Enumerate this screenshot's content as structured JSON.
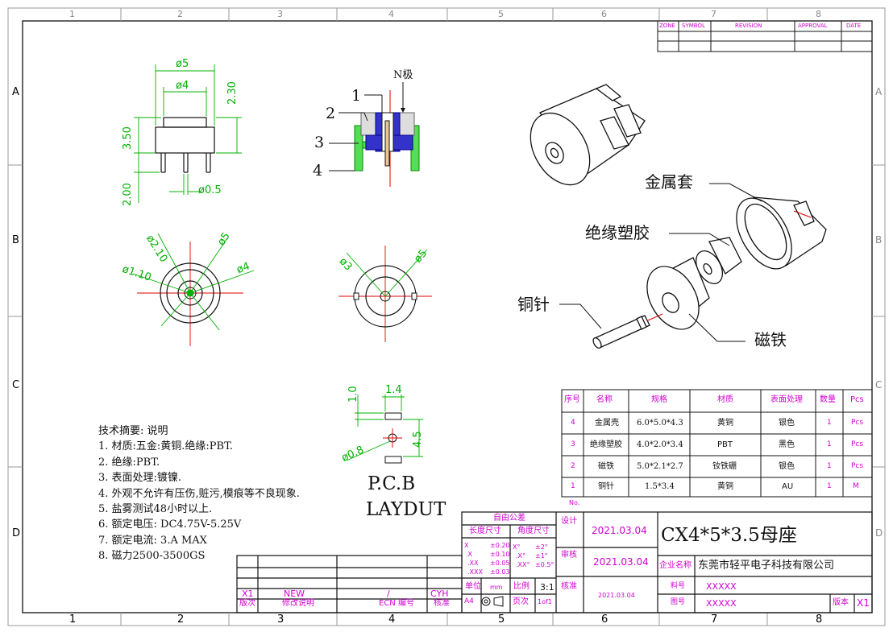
{
  "border": {
    "top_numbers": [
      "1",
      "2",
      "3",
      "4",
      "5",
      "6",
      "7",
      "8"
    ],
    "bottom_numbers": [
      "1",
      "2",
      "3",
      "4",
      "5",
      "6",
      "7",
      "8"
    ],
    "left_letters": [
      "A",
      "B",
      "C",
      "D"
    ],
    "right_letters": [
      "A",
      "B",
      "C",
      "D"
    ]
  },
  "revision_header": [
    "ZONE",
    "SYMBOL",
    "REVISION",
    "APPROVAL",
    "DATE"
  ],
  "dimensions": {
    "d5": "ø5",
    "d4": "ø4",
    "h230": "2.30",
    "h350": "3.50",
    "h200": "2.00",
    "d05": "ø0.5",
    "d210": "ø2.10",
    "d5b": "ø5",
    "d110": "ø1.10",
    "d4b": "ø4",
    "d3": "ø3",
    "d5c": "ø5",
    "p10": "1.0",
    "p14": "1.4",
    "p45": "4.5",
    "p08": "ø0.8"
  },
  "section_callouts": {
    "n_pole": "N极",
    "c1": "1",
    "c2": "2",
    "c3": "3",
    "c4": "4"
  },
  "exploded_labels": {
    "sleeve": "金属套",
    "plastic": "绝缘塑胶",
    "pin": "铜针",
    "magnet": "磁铁"
  },
  "pcb_label": {
    "line1": "P.C.B",
    "line2": "LAYDUT"
  },
  "tech_notes": {
    "title": "技术摘要: 说明",
    "items": [
      "1. 材质:五金:黄铜.绝缘:PBT.",
      "2. 绝缘:PBT.",
      "3. 表面处理:镀镍.",
      "4. 外观不允许有压伤,赃污,模痕等不良现象.",
      "5. 盐雾测试48小时以上.",
      "6. 额定电压: DC4.75V-5.25V",
      "7. 额定电流: 3.A MAX",
      "8. 磁力2500-3500GS"
    ]
  },
  "bom": {
    "headers": [
      "序号",
      "名称",
      "规格",
      "材质",
      "表面处理",
      "数量",
      "Pcs"
    ],
    "rows": [
      [
        "4",
        "金属壳",
        "6.0*5.0*4.3",
        "黄铜",
        "银色",
        "1",
        "Pcs"
      ],
      [
        "3",
        "绝缘塑胶",
        "4.0*2.0*3.4",
        "PBT",
        "黑色",
        "1",
        "Pcs"
      ],
      [
        "2",
        "磁铁",
        "5.0*2.1*2.7",
        "钕铁硼",
        "银色",
        "1",
        "Pcs"
      ],
      [
        "1",
        "铜针",
        "1.5*3.4",
        "黄铜",
        "AU",
        "1",
        "M"
      ]
    ],
    "no_label": "No."
  },
  "title_block": {
    "tol_title": "自由公差",
    "tol_len": "长度尺寸",
    "tol_ang": "角度尺寸",
    "tol_len_rows": [
      [
        "X",
        "±0.20"
      ],
      [
        ".X",
        "±0.10"
      ],
      [
        ".XX",
        "±0.05"
      ],
      [
        ".XXX",
        "±0.03"
      ]
    ],
    "tol_ang_rows": [
      [
        "X°",
        "±2°"
      ],
      [
        ".X°",
        "±1°"
      ],
      [
        ".XX°",
        "±0.5°"
      ]
    ],
    "unit_label": "单位",
    "unit_value": "mm",
    "scale_label": "比例",
    "scale_value": "3:1",
    "size": "A4",
    "page_label": "页次",
    "page_value": "1of1",
    "design_label": "设计",
    "design_date": "2021.03.04",
    "review_label": "审核",
    "review_date": "2021.03.04",
    "approve_label": "核准",
    "approve_date": "2021.03.04",
    "title": "CX4*5*3.5母座",
    "company_label": "企业名称",
    "company": "东莞市轻平电子科技有限公司",
    "part_label": "料号",
    "part_value": "XXXXX",
    "drawing_label": "图号",
    "drawing_value": "XXXXX",
    "version_label": "版本",
    "version_value": "X1",
    "rev_row": [
      "X1",
      "NEW",
      "/",
      "CYH"
    ],
    "rev_heads": [
      "版次",
      "修改说明",
      "ECN 编号",
      "核准"
    ]
  }
}
